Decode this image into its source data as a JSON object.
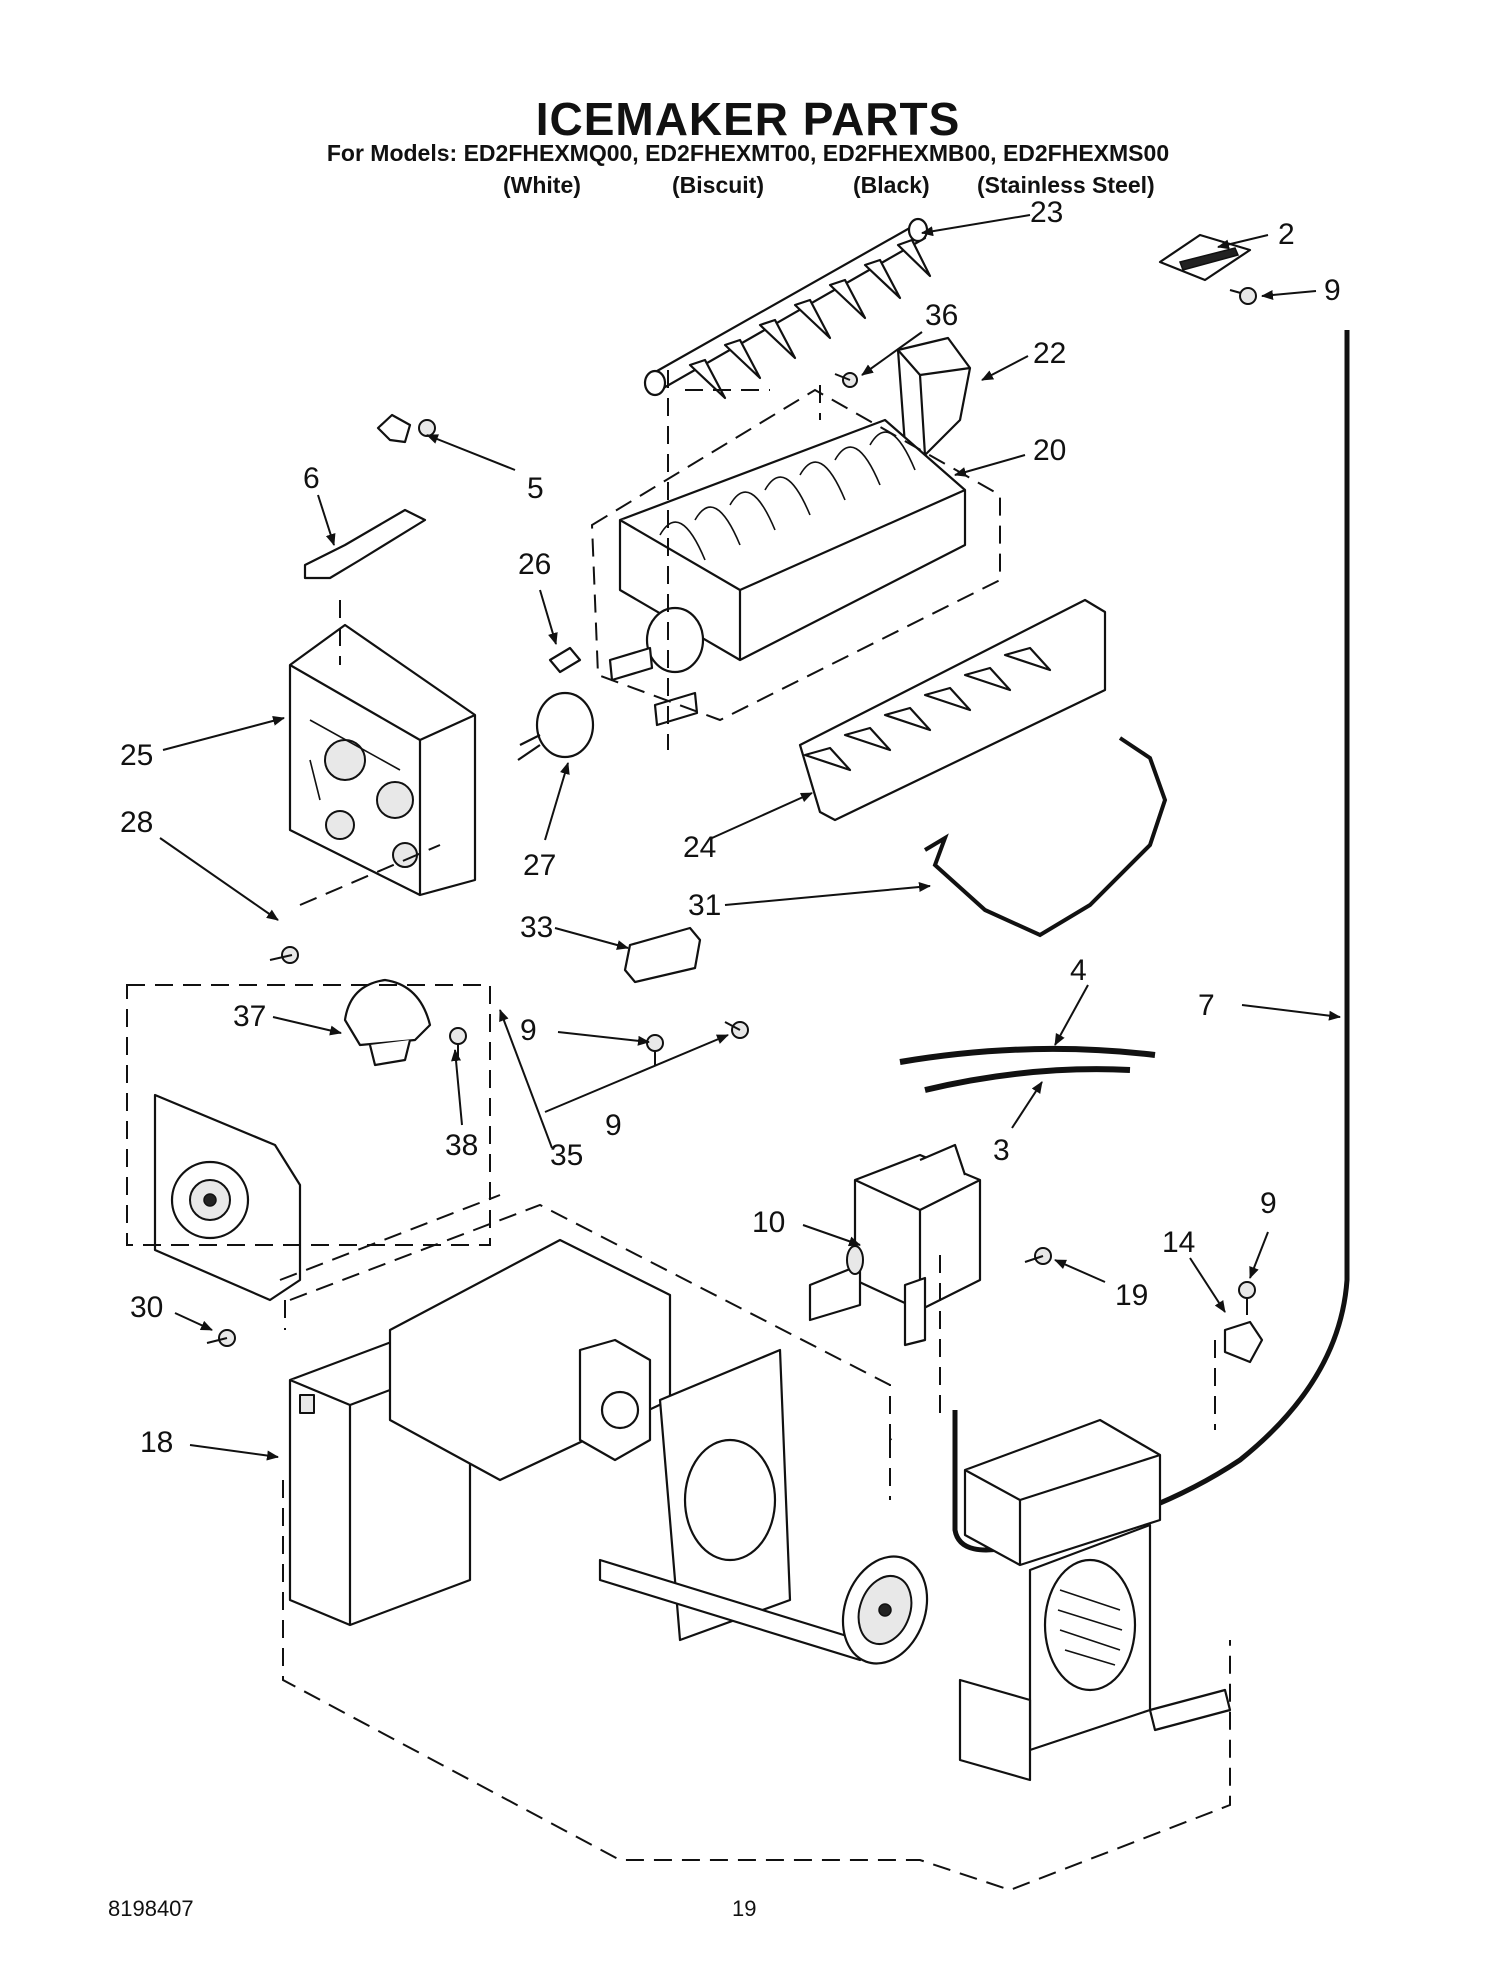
{
  "header": {
    "title": "ICEMAKER PARTS",
    "models_line": "For Models: ED2FHEXMQ00, ED2FHEXMT00, ED2FHEXMB00, ED2FHEXMS00",
    "variants": [
      "(White)",
      "(Biscuit)",
      "(Black)",
      "(Stainless Steel)"
    ]
  },
  "callouts": [
    "23",
    "2",
    "9",
    "36",
    "22",
    "5",
    "20",
    "6",
    "26",
    "25",
    "27",
    "24",
    "28",
    "31",
    "33",
    "7",
    "4",
    "37",
    "9",
    "35",
    "9",
    "38",
    "3",
    "10",
    "9",
    "14",
    "19",
    "30",
    "18"
  ],
  "footer": {
    "doc_number": "8198407",
    "page_number": "19"
  }
}
